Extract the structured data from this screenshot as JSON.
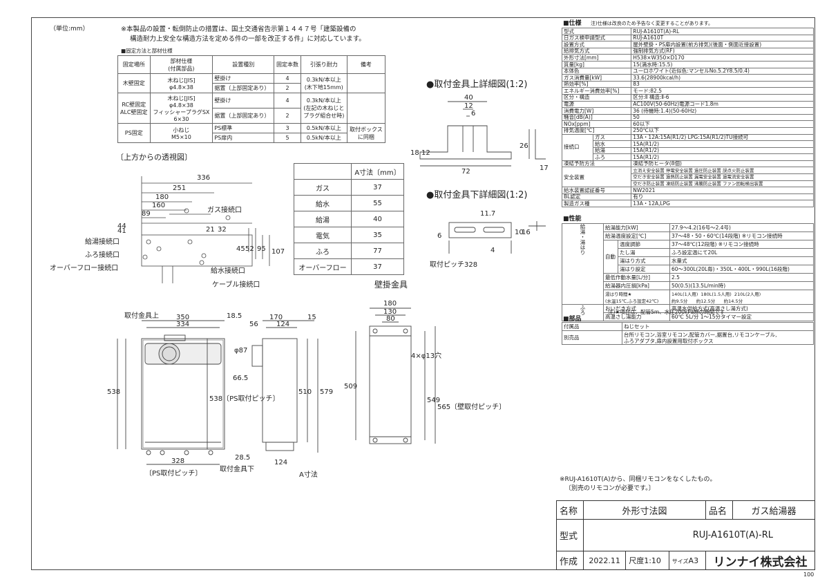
{
  "unit_label": "（単位:mm）",
  "notes": {
    "line1": "※本製品の設置・転倒防止の措置は、国土交通省告示第１４４７号「建築設備の",
    "line2": "構造耐力上安全な構造方法を定める件の一部を改正する件」に対応しています。"
  },
  "fixing": {
    "title": "■固定方法と部材仕様",
    "headers": [
      "固定場所",
      "部材仕様\n(付属部品)",
      "設置種別",
      "固定本数",
      "引張り耐力",
      "備考"
    ],
    "rows": [
      {
        "place": "木壁固定",
        "spec": "木ねじ[JIS]\nφ4.8×38",
        "types": [
          "壁掛け",
          "据置（上部固定あり）"
        ],
        "counts": [
          "4",
          "2"
        ],
        "strength": "0.3kN/本以上\n(木下地15mm)",
        "remark": ""
      },
      {
        "place": "RC壁固定\nALC壁固定",
        "spec": "木ねじ[JIS]\nφ4.8×38\nフィッシャープラグSX\n6×30",
        "types": [
          "壁掛け",
          "据置（上部固定あり）"
        ],
        "counts": [
          "4",
          "2"
        ],
        "strength": "0.3kN/本以上\n(左記の木ねじと\nプラグ組合せ時)",
        "remark": ""
      },
      {
        "place": "PS固定",
        "spec": "小ねじ\nM5×10",
        "types": [
          "PS標準",
          "PS扉内"
        ],
        "counts": [
          "3",
          "5"
        ],
        "strength": "0.5kN/本以上",
        "strength2": "0.5kN/本以上",
        "remark": "取付ボックス\nに同梱"
      }
    ]
  },
  "top_view": {
    "title": "〔上方からの透視図〕",
    "dims": [
      "336",
      "251",
      "180",
      "160",
      "89",
      "44",
      "41",
      "21",
      "32",
      "45",
      "52",
      "95",
      "107"
    ],
    "labels": [
      "ガス接続口",
      "給湯接続口",
      "ふろ接続口",
      "オーバーフロー接続口",
      "給水接続口",
      "ケーブル接続口"
    ]
  },
  "a_dim": {
    "header": "A寸法〔mm〕",
    "rows": [
      [
        "ガス",
        "37"
      ],
      [
        "給水",
        "55"
      ],
      [
        "給湯",
        "40"
      ],
      [
        "電気",
        "35"
      ],
      [
        "ふろ",
        "77"
      ],
      [
        "オーバーフロー",
        "37"
      ]
    ]
  },
  "upper_bracket": {
    "title": "●取付金具上詳細図(1:2)",
    "dims": [
      "40",
      "12",
      "6",
      "18",
      "12",
      "72",
      "26",
      "17"
    ]
  },
  "lower_bracket": {
    "title": "●取付金具下詳細図(1:2)",
    "dims": [
      "11.7",
      "6",
      "10",
      "16",
      "4"
    ],
    "pitch": "取付ピッチ328"
  },
  "front": {
    "label_top": "取付金具上",
    "label_bottom": "取付金具下",
    "pitch_label": "〔PS取付ピッチ〕",
    "dims": [
      "350",
      "334",
      "18.5",
      "538",
      "328",
      "538〔PS取付ピッチ〕"
    ]
  },
  "side": {
    "dims": [
      "170",
      "124",
      "15",
      "56",
      "66.5",
      "510",
      "579",
      "28.5",
      "124",
      "A寸法",
      "φ87"
    ]
  },
  "wall_bracket": {
    "title": "壁掛金具",
    "dims": [
      "180",
      "130",
      "80",
      "509",
      "549",
      "565〔壁取付ピッチ〕"
    ],
    "hole": "4×φ13穴"
  },
  "spec": {
    "title": "■仕様",
    "title_note": "注)仕様は改良のため予告なく変更することがあります。",
    "rows": [
      [
        "型式",
        "RUJ-A1610T(A)-RL"
      ],
      [
        "日ガス検申請型式",
        "RUJ-A1610T"
      ],
      [
        "設置方式",
        "屋外壁掛・PS扉内設置(前方排気)(後面・側面近接設置)"
      ],
      [
        "給排気方式",
        "強制排気方式(RF)"
      ],
      [
        "外形寸法[mm]",
        "H538×W350×D170"
      ],
      [
        "質量[kg]",
        "15(満水時:15.5)"
      ],
      [
        "本体色",
        "ユーロホワイト(近似色:マンセルNo.5.2Y8.5/0.4)"
      ],
      [
        "ガス消費量[kW]",
        "33.6(28900kcal/h)"
      ],
      [
        "熱効率[%]",
        "83"
      ],
      [
        "エネルギー消費効率[%]",
        "モード:82.5"
      ],
      [
        "区分・構造",
        "区分:Ⅱ 構造:Ⅱ-6"
      ],
      [
        "電源",
        "AC100V(50-60Hz)電源コード1.8m"
      ],
      [
        "消費電力[W]",
        "36 (待機時:1.4)(50-60Hz)"
      ],
      [
        "騒音[dB(A)]",
        "50"
      ],
      [
        "NOx[ppm]",
        "60以下"
      ],
      [
        "排気温度[℃]",
        "250℃以下"
      ]
    ],
    "conn_label": "接続口",
    "conn_rows": [
      [
        "ガス",
        "13A・12A:15A(R1/2) LPG:15A(R1/2)TU接続可"
      ],
      [
        "給水",
        "15A(R1/2)"
      ],
      [
        "給湯",
        "15A(R1/2)"
      ],
      [
        "ふろ",
        "15A(R1/2)"
      ]
    ],
    "rows2": [
      [
        "凍結予防方法",
        "凍結予防ヒータ(8個)"
      ]
    ],
    "safety_label": "安全装置",
    "safety": [
      "立消え安全装置 停電安全装置 過圧防止装置 誤点火防止装置",
      "空だき安全装置 過熱防止装置 漏電安全装置 過電流安全装置",
      "空だき防止装置 凍結防止装置 沸騰防止装置 ファン回転検出装置"
    ],
    "rows3": [
      [
        "給水装置認証番号",
        "NW2021"
      ],
      [
        "BL認定",
        "有り"
      ],
      [
        "製造ガス種",
        "13A・12A,LPG"
      ]
    ]
  },
  "perf": {
    "title": "■性能",
    "side_label": "給湯・湯はり",
    "rows": [
      [
        "給湯能力[kW]",
        "27.9～4.2(16号～2.4号)"
      ],
      [
        "給湯温度設定[℃]",
        "37～48・50・60℃(14段階) ※リモコン接続時"
      ],
      [
        "温度調節",
        "37～48℃(12段階) ※リモコン接続時"
      ],
      [
        "たし湯",
        "ふろ設定温にて20L"
      ],
      [
        "湯はり方式",
        "水量式"
      ],
      [
        "湯はり設定",
        "60～300L(20L毎)・350L・400L・990L(16段階)"
      ],
      [
        "最低作動水量[L/分]",
        "2.5"
      ],
      [
        "給湯器内圧損[kPa]",
        "50(0.5)(13.5L/min時)"
      ],
      [
        "湯はり時間★\n(水温15℃,ふろ設定42℃)",
        "140L(1人用)  180L(1.5人用)  210L(2人用)\n約9.5分      約12.5分      約14.5分"
      ]
    ],
    "auto_label": "自動",
    "furo_label": "ふろ",
    "furo_rows": [
      [
        "おいだき方式",
        "高温水供給方式(高温さし湯方式)"
      ],
      [
        "高温さし湯能力",
        "60℃ 5L/分 1～15分タイマー設定"
      ]
    ],
    "note": "注)★項目は、配管5m、水圧200kPa時の時間です"
  },
  "parts": {
    "title": "■部品",
    "rows": [
      [
        "付属品",
        "ねじセット"
      ],
      [
        "別売品",
        "台所リモコン,浴室リモコン,配管カバー,据置台,リモコンケーブル,\nふろアダプタ,扉内設置用取付ボックス"
      ]
    ]
  },
  "bottom_note": {
    "line1": "※RUJ-A1610T(A)から、同梱リモコンをなくしたもの。",
    "line2": "〔別売のリモコンが必要です。〕"
  },
  "titleblock": {
    "name_label": "名称",
    "name_value": "外形寸法図",
    "item_label": "品名",
    "item_value": "ガス給湯器",
    "model_label": "型式",
    "model_value": "RUJ-A1610T(A)-RL",
    "made_label": "作成",
    "date": "2022.11",
    "scale_label": "尺度",
    "scale": "1:10",
    "size_label": "サイズ",
    "size": "A3",
    "company": "リンナイ株式会社"
  },
  "page_number": "100"
}
